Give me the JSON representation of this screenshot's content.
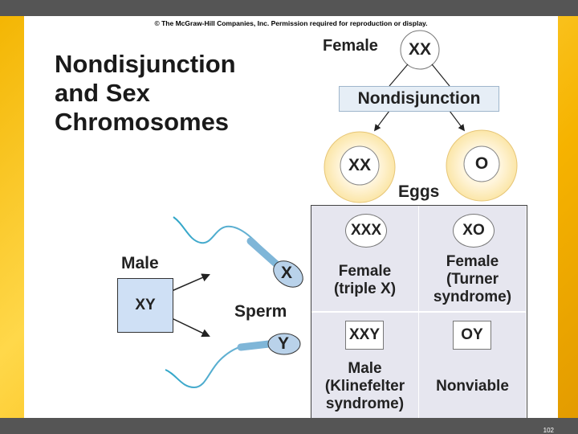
{
  "copyright": "© The McGraw-Hill Companies, Inc. Permission required for reproduction or display.",
  "title": {
    "line1": "Nondisjunction",
    "line2": "and Sex",
    "line3": "Chromosomes"
  },
  "female": {
    "label": "Female",
    "genotype": "XX"
  },
  "nondisjunction_label": "Nondisjunction",
  "eggs": {
    "label": "Eggs",
    "left": "XX",
    "right": "O"
  },
  "male": {
    "label": "Male",
    "genotype": "XY"
  },
  "sperm": {
    "label": "Sperm",
    "top": "X",
    "bottom": "Y"
  },
  "grid": {
    "cells": [
      {
        "genotype": "XXX",
        "phenotype_lines": [
          "Female",
          "(triple X)"
        ]
      },
      {
        "genotype": "XO",
        "phenotype_lines": [
          "Female",
          "(Turner",
          "syndrome)"
        ]
      },
      {
        "genotype": "XXY",
        "phenotype_lines": [
          "Male",
          "(Klinefelter",
          "syndrome)"
        ]
      },
      {
        "genotype": "OY",
        "phenotype_lines": [
          "Nonviable"
        ]
      }
    ]
  },
  "page_number": "102",
  "colors": {
    "background": "#f6b300",
    "bar": "#555555",
    "egg_outer": "#fdebb0",
    "egg_inner": "#fff5dc",
    "nondisjunction_box": "#e6eef6",
    "male_box": "#cfe0f5",
    "sperm_head": "#b9d2ea",
    "grid_shaded": "#e6e6ef"
  }
}
